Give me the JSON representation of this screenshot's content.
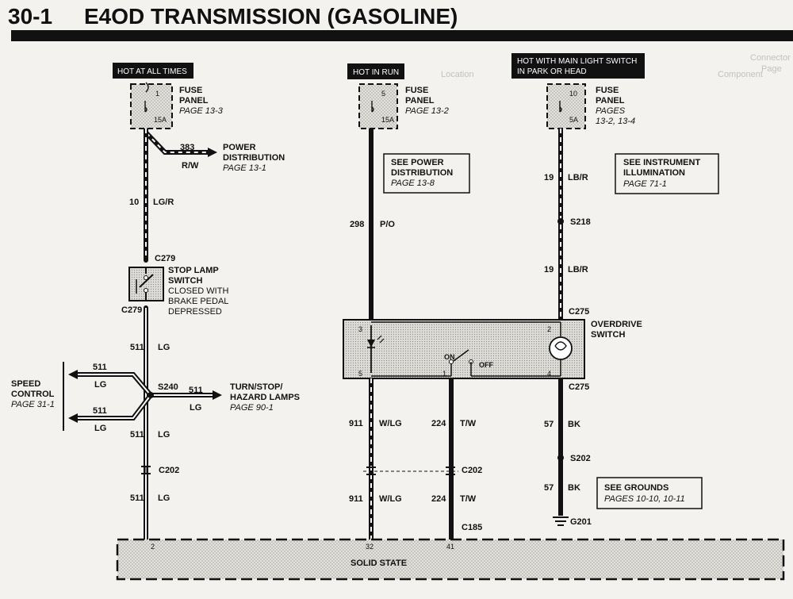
{
  "header": {
    "section": "30-1",
    "title": "E4OD TRANSMISSION (GASOLINE)"
  },
  "power_tags": {
    "hot_always": "HOT AT ALL TIMES",
    "hot_run": "HOT IN RUN",
    "hot_light_1": "HOT WITH MAIN LIGHT SWITCH",
    "hot_light_2": "IN PARK OR HEAD"
  },
  "fuses": [
    {
      "number": "1",
      "amp": "15A",
      "label_1": "FUSE",
      "label_2": "PANEL",
      "page": "PAGE 13-3"
    },
    {
      "number": "5",
      "amp": "15A",
      "label_1": "FUSE",
      "label_2": "PANEL",
      "page": "PAGE 13-2"
    },
    {
      "number": "10",
      "amp": "5A",
      "label_1": "FUSE",
      "label_2": "PANEL",
      "page": "PAGES",
      "page2": "13-2, 13-4"
    }
  ],
  "power_dist": {
    "circuit": "383",
    "color": "R/W",
    "label_1": "POWER",
    "label_2": "DISTRIBUTION",
    "page": "PAGE 13-1"
  },
  "boxes": {
    "see_power_1": "SEE POWER",
    "see_power_2": "DISTRIBUTION",
    "see_power_page": "PAGE 13-8",
    "see_instr_1": "SEE INSTRUMENT",
    "see_instr_2": "ILLUMINATION",
    "see_instr_page": "PAGE 71-1",
    "see_grounds": "SEE GROUNDS",
    "see_grounds_page": "PAGES 10-10, 10-11"
  },
  "stop_lamp": {
    "l1": "STOP LAMP",
    "l2": "SWITCH",
    "l3": "CLOSED WITH",
    "l4": "BRAKE PEDAL",
    "l5": "DEPRESSED"
  },
  "overdrive": {
    "l1": "OVERDRIVE",
    "l2": "SWITCH",
    "on": "ON",
    "off": "OFF"
  },
  "speed_control": {
    "l1": "SPEED",
    "l2": "CONTROL",
    "page": "PAGE 31-1"
  },
  "turn_stop": {
    "l1": "TURN/STOP/",
    "l2": "HAZARD LAMPS",
    "page": "PAGE 90-1"
  },
  "splices": {
    "s240": "S240",
    "s218": "S218",
    "s202": "S202",
    "g201": "G201"
  },
  "connectors": {
    "c279": "C279",
    "c202": "C202",
    "c275": "C275",
    "c185": "C185"
  },
  "wires": {
    "c10": "10",
    "lg_r": "LG/R",
    "c298": "298",
    "p_o": "P/O",
    "c19": "19",
    "lb_r": "LB/R",
    "c511": "511",
    "lg": "LG",
    "c911": "911",
    "w_lg": "W/LG",
    "c224": "224",
    "t_w": "T/W",
    "c57": "57",
    "bk": "BK"
  },
  "pins": {
    "p1": "1",
    "p2": "2",
    "p3": "3",
    "p4": "4",
    "p5": "5",
    "p32": "32",
    "p41": "41"
  },
  "solid_state": "SOLID STATE",
  "background_text": {
    "component": "Component",
    "location": "Location",
    "connector": "Connector",
    "page": "Page"
  }
}
